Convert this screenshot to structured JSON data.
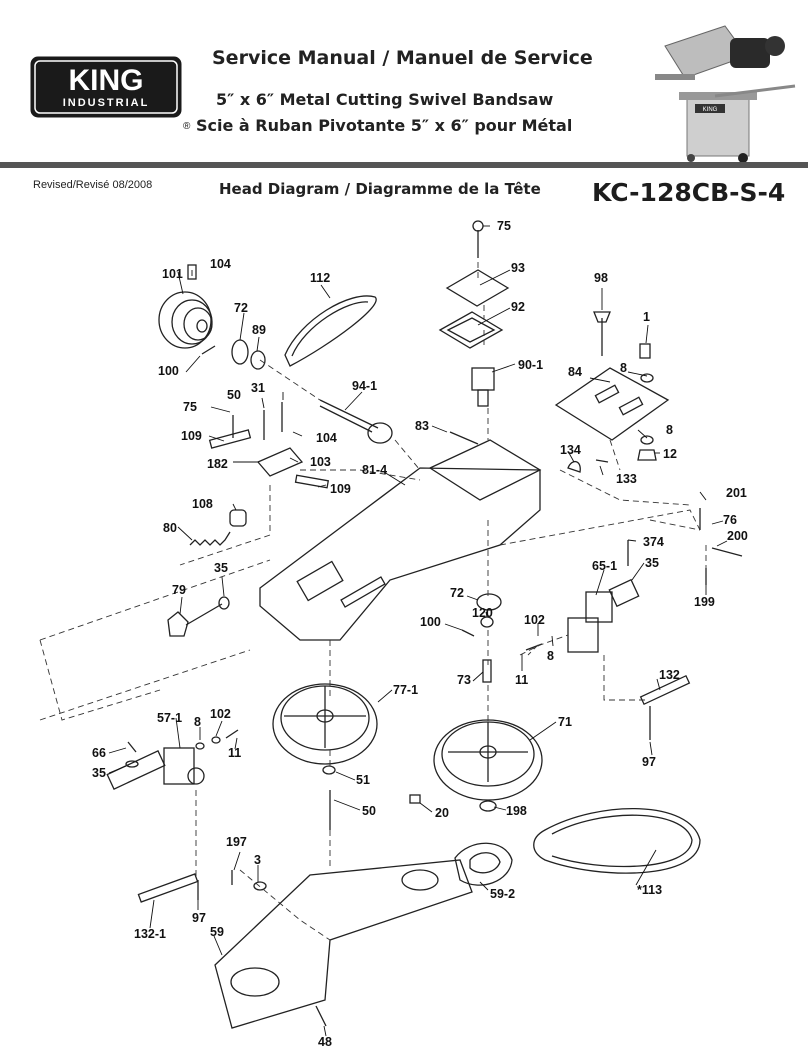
{
  "header": {
    "brand_main": "KING",
    "brand_sub": "INDUSTRIAL",
    "registered": "®",
    "title": "Service Manual / Manuel de Service",
    "subtitle_en": "5″ x 6″ Metal Cutting Swivel Bandsaw",
    "subtitle_fr": "Scie à Ruban Pivotante 5″ x 6″ pour Métal",
    "revised": "Revised/Revisé 08/2008",
    "section_title": "Head Diagram / Diagramme de la Tête",
    "model": "KC-128CB-S-4"
  },
  "photo": {
    "label": "KING"
  },
  "part_labels": [
    "75",
    "93",
    "92",
    "90-1",
    "98",
    "1",
    "84",
    "8",
    "8",
    "12",
    "104",
    "101",
    "112",
    "72",
    "89",
    "100",
    "94-1",
    "50",
    "31",
    "75",
    "109",
    "104",
    "182",
    "103",
    "109",
    "83",
    "134",
    "133",
    "81-4",
    "108",
    "80",
    "201",
    "76",
    "200",
    "374",
    "199",
    "65-1",
    "35",
    "35",
    "79",
    "72",
    "120",
    "100",
    "102",
    "8",
    "11",
    "77-1",
    "73",
    "71",
    "132",
    "97",
    "57-1",
    "8",
    "102",
    "11",
    "66",
    "35",
    "51",
    "50",
    "20",
    "198",
    "197",
    "3",
    "59-2",
    "*113",
    "97",
    "132-1",
    "59",
    "48"
  ],
  "colors": {
    "ink": "#111111",
    "rule": "#555555",
    "logo_bg": "#1a1a1a"
  }
}
